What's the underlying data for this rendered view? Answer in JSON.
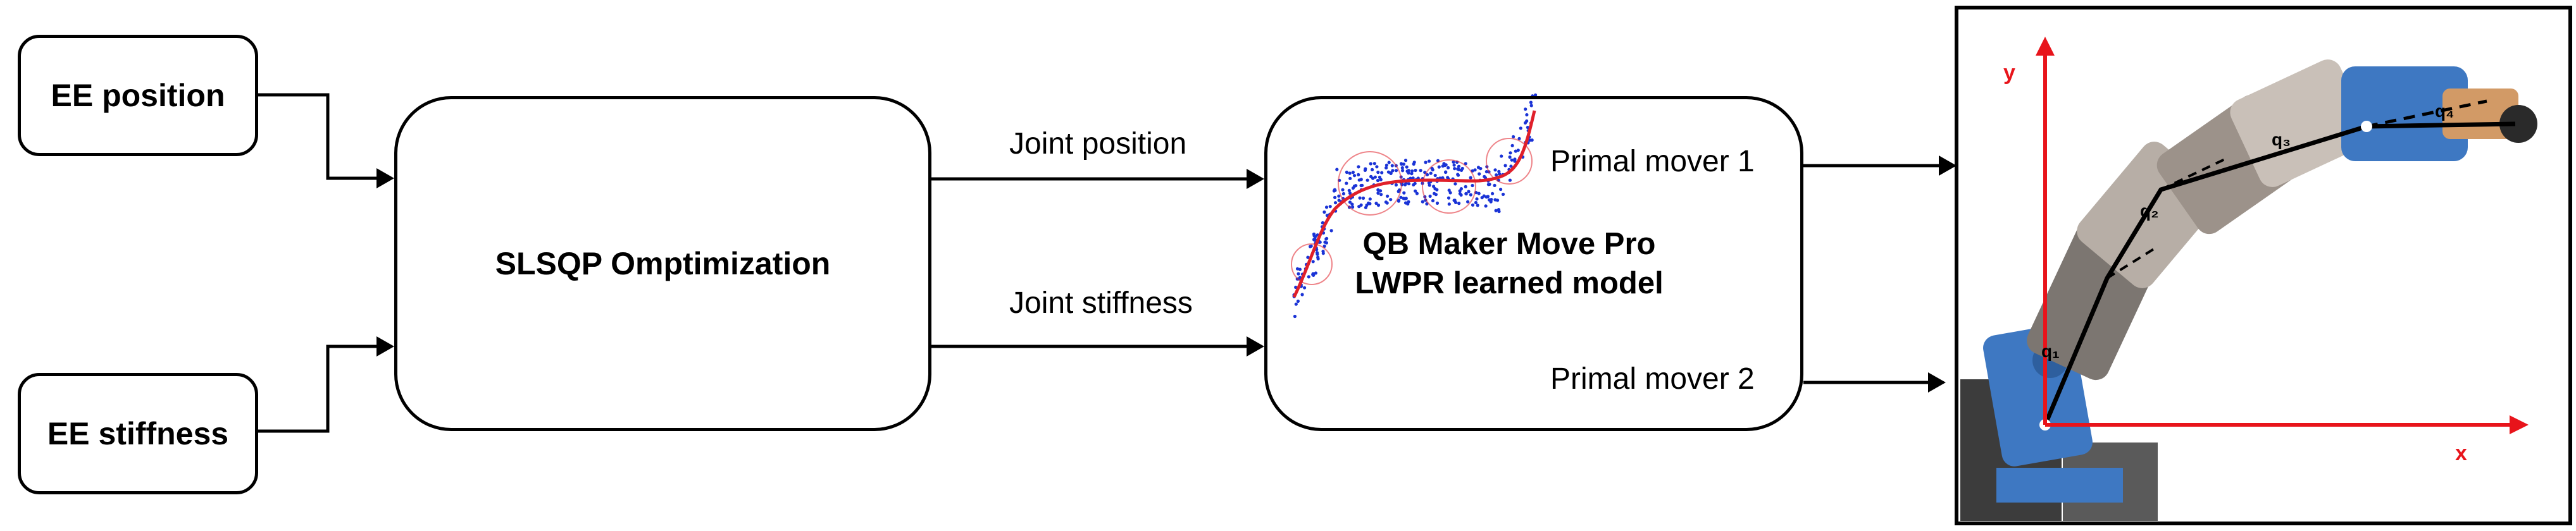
{
  "inputs": {
    "ee_position": "EE position",
    "ee_stiffness": "EE stiffness"
  },
  "optimizer": {
    "label": "SLSQP Omptimization"
  },
  "edges": {
    "joint_position": "Joint position",
    "joint_stiffness": "Joint stiffness"
  },
  "model": {
    "title_line1": "QB Maker Move Pro",
    "title_line2": "LWPR learned model",
    "out1": "Primal mover 1",
    "out2": "Primal mover 2"
  },
  "robot": {
    "axis_x": "x",
    "axis_y": "y",
    "joints": [
      "q₁",
      "q₂",
      "q₃",
      "q₄"
    ]
  },
  "colors": {
    "axis": "#e8141b",
    "fit_curve": "#e0202a",
    "points": "#1a33d6",
    "robot_blue": "#3e78c2"
  }
}
